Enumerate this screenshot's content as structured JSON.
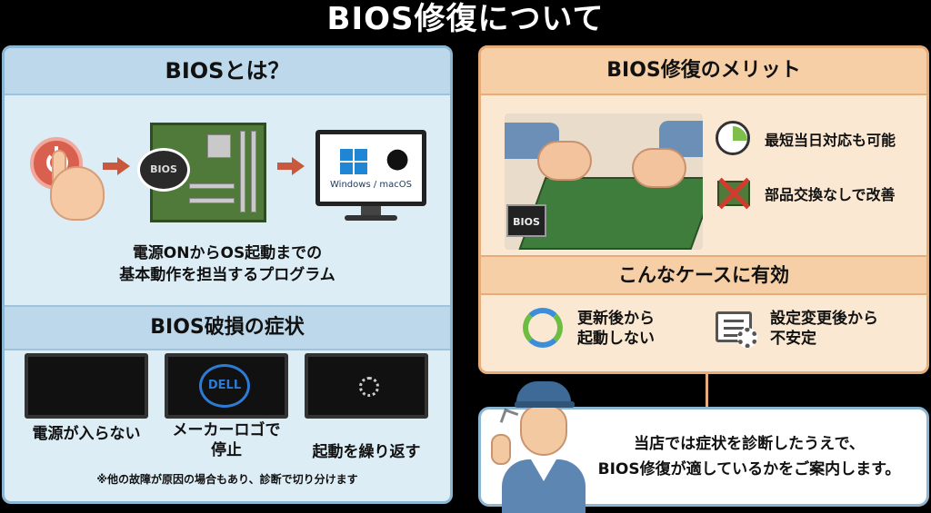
{
  "main_title": "BIOS修復について",
  "left": {
    "heading": "BIOSとは？",
    "chip_label": "BIOS",
    "os_label": "Windows / macOS",
    "description_line1": "電源ONからOS起動までの",
    "description_line2": "基本動作を担当するプログラム",
    "symptoms_heading": "BIOS破損の症状",
    "symptoms": [
      {
        "label_line1": "電源が入らない",
        "label_line2": ""
      },
      {
        "label_line1": "メーカーロゴで",
        "label_line2": "停止"
      },
      {
        "label_line1": "起動を繰り返す",
        "label_line2": ""
      }
    ],
    "dell_logo": "DELL",
    "note": "※他の故障が原因の場合もあり、診断で切り分けます"
  },
  "right": {
    "heading": "BIOS修復のメリット",
    "chip_label": "BIOS",
    "merits": [
      {
        "icon": "clock-icon",
        "text": "最短当日対応も可能"
      },
      {
        "icon": "no-parts-icon",
        "text": "部品交換なしで改善"
      }
    ],
    "cases_heading": "こんなケースに有効",
    "cases": [
      {
        "icon": "refresh-icon",
        "line1": "更新後から",
        "line2": "起動しない"
      },
      {
        "icon": "settings-gear-icon",
        "line1": "設定変更後から",
        "line2": "不安定"
      }
    ]
  },
  "bubble": {
    "line1": "当店では症状を診断したうえで、",
    "line2": "BIOS修復が適しているかをご案内します。"
  },
  "colors": {
    "left_bg": "#dcedf6",
    "right_bg": "#fbe8d2",
    "accent_red": "#d9604f",
    "accent_blue": "#2d7bd4"
  }
}
